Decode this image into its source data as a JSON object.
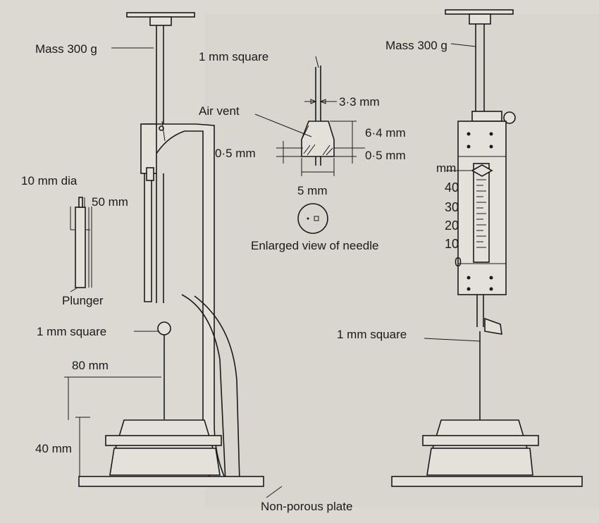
{
  "labels": {
    "mass_left": "Mass 300 g",
    "mass_right": "Mass 300 g",
    "needle_square": "1 mm square",
    "air_vent": "Air vent",
    "dim_3_3": "3·3 mm",
    "dim_6_4": "6·4 mm",
    "dim_0_5_left": "0·5 mm",
    "dim_0_5_right": "0·5 mm",
    "dim_5": "5 mm",
    "enlarged_view": "Enlarged view of needle",
    "plunger_dia": "10 mm dia",
    "dim_50": "50 mm",
    "plunger": "Plunger",
    "square_left": "1 mm square",
    "square_right": "1 mm square",
    "dim_80": "80 mm",
    "dim_40": "40 mm",
    "base_plate": "Non-porous plate",
    "scale_unit": "mm"
  },
  "scale_ticks": [
    "40",
    "30",
    "20",
    "10",
    "0"
  ]
}
